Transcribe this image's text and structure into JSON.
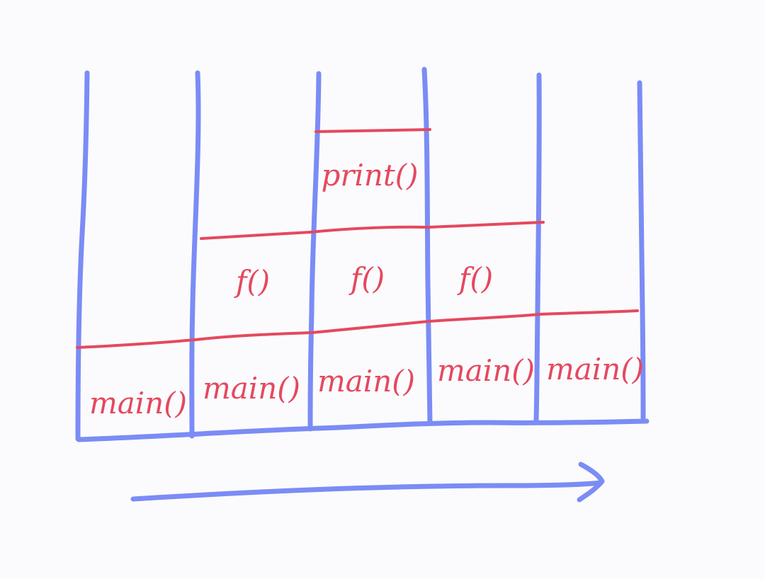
{
  "colors": {
    "background": "#fbfbfd",
    "stack_outline": "#7b8cf5",
    "frame": "#e4495f"
  },
  "stack_snapshots": [
    {
      "frames": [
        "main()"
      ]
    },
    {
      "frames": [
        "main()",
        "f()"
      ]
    },
    {
      "frames": [
        "main()",
        "f()",
        "print()"
      ]
    },
    {
      "frames": [
        "main()",
        "f()"
      ]
    },
    {
      "frames": [
        "main()"
      ]
    }
  ]
}
